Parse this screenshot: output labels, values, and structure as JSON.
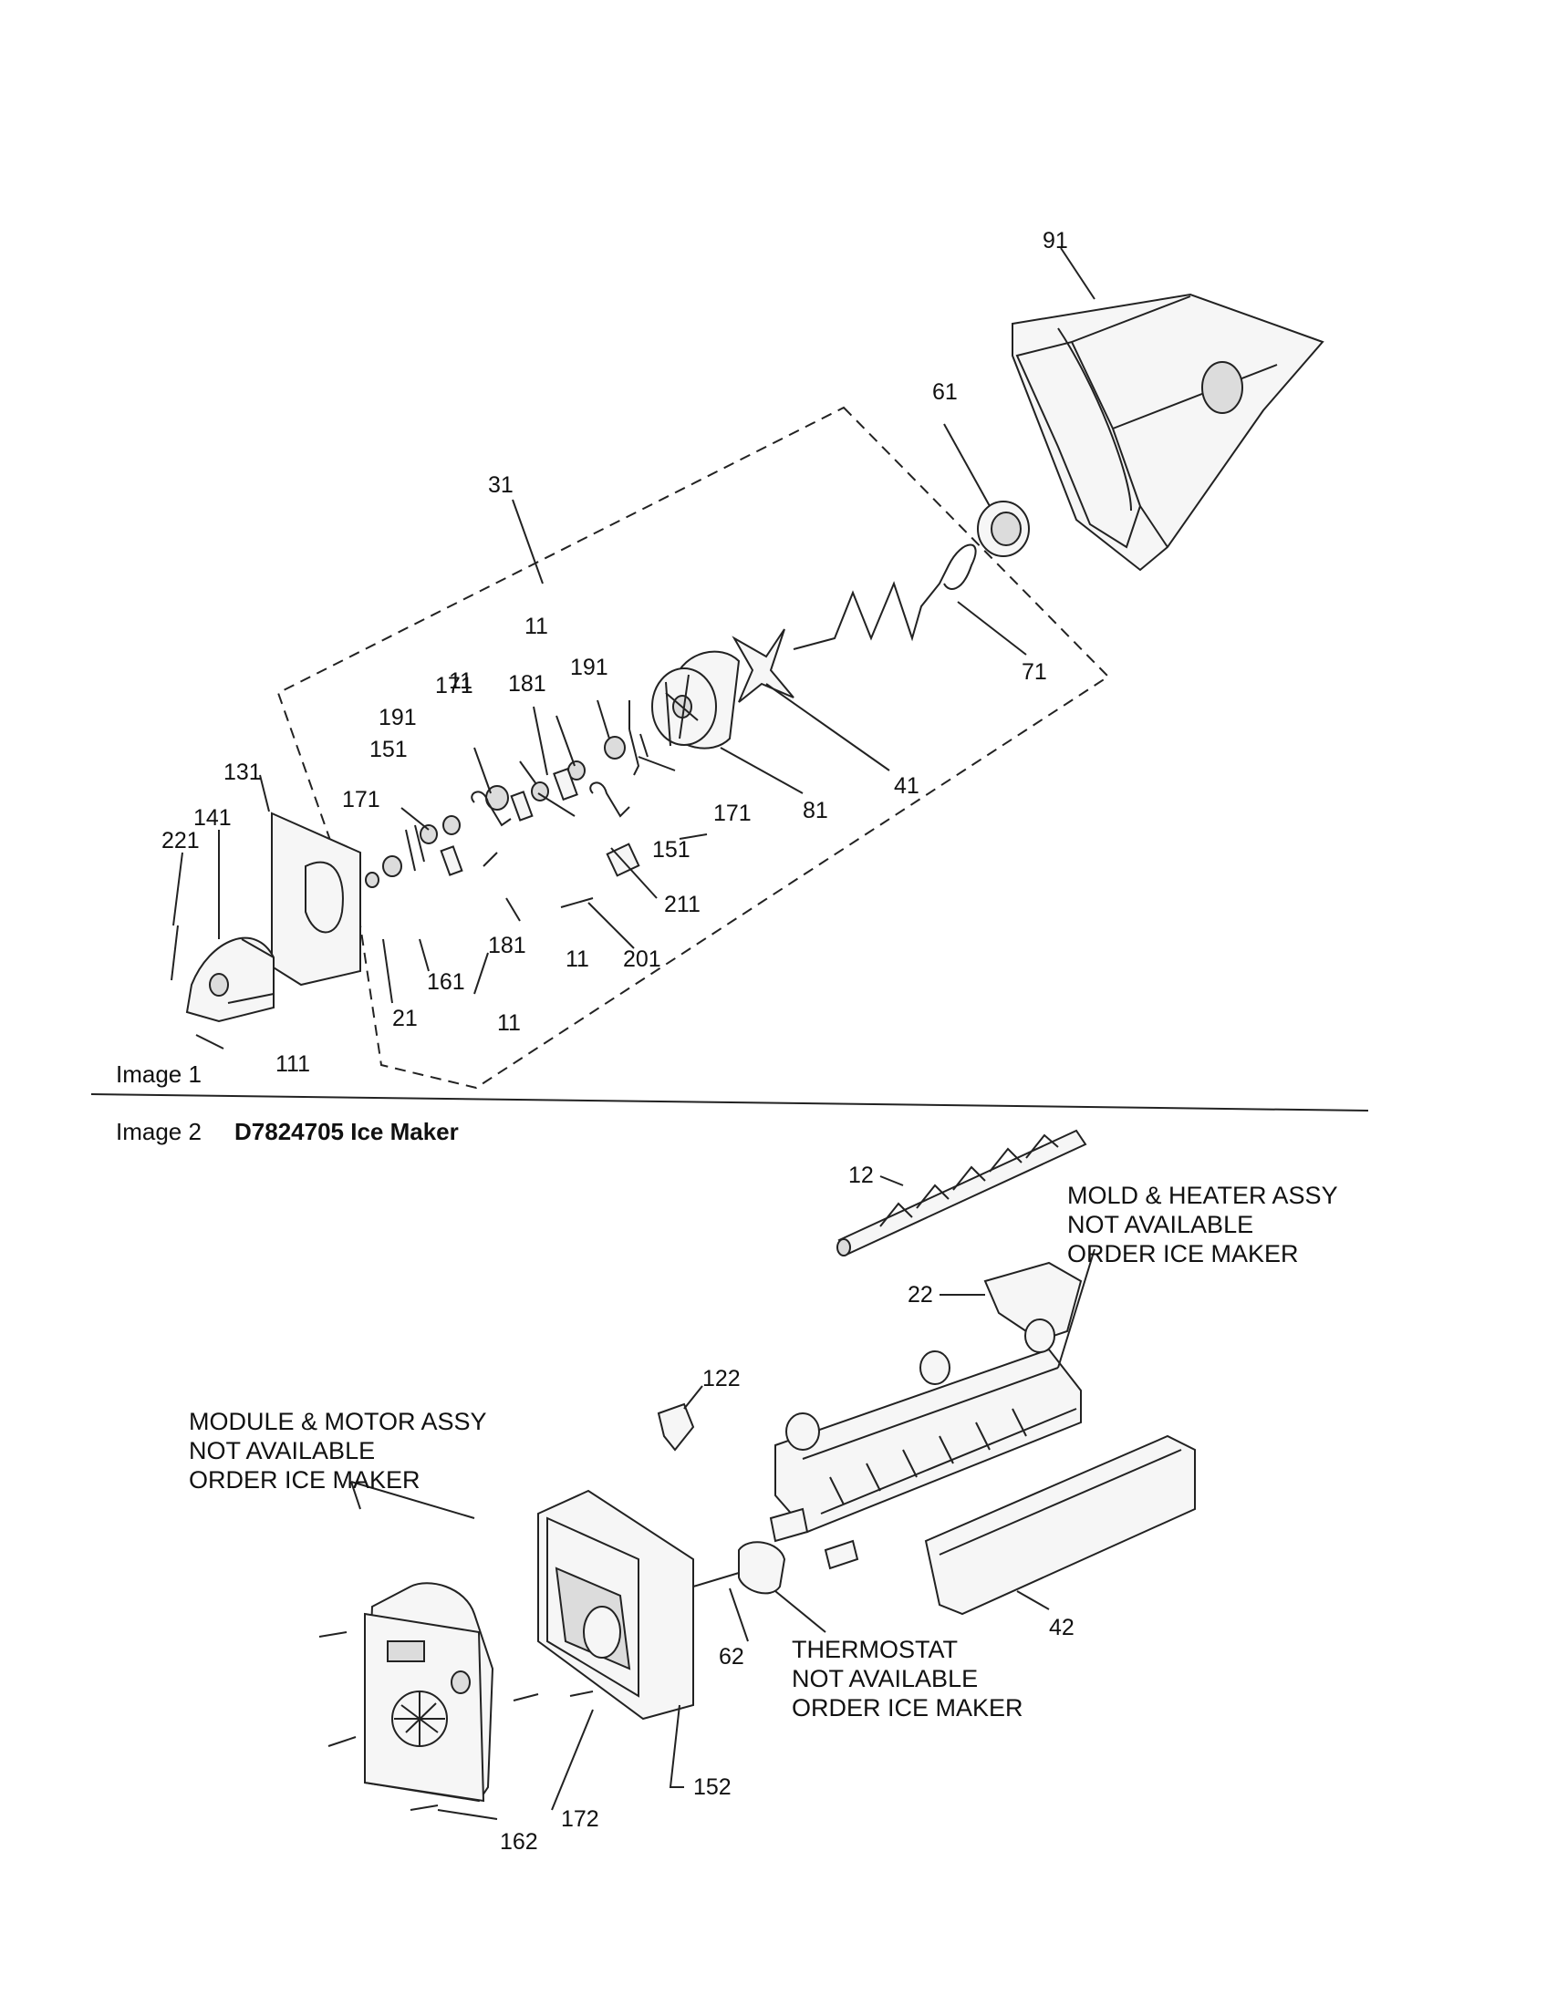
{
  "image1": {
    "caption": "Image 1",
    "callouts": {
      "c91": "91",
      "c61": "61",
      "c31": "31",
      "c71": "71",
      "c41": "41",
      "c81": "81",
      "c11a": "11",
      "c11b": "11",
      "c11c": "11",
      "c11d": "11",
      "c191a": "191",
      "c191b": "191",
      "c181a": "181",
      "c181b": "181",
      "c171a": "171",
      "c171b": "171",
      "c171c": "171",
      "c151a": "151",
      "c151b": "151",
      "c131": "131",
      "c141": "141",
      "c221": "221",
      "c111": "111",
      "c21": "21",
      "c161": "161",
      "c211": "211",
      "c201": "201"
    }
  },
  "image2": {
    "caption": "Image 2",
    "title": "D7824705 Ice Maker",
    "callouts": {
      "c12": "12",
      "c22": "22",
      "c122": "122",
      "c42": "42",
      "c62": "62",
      "c152": "152",
      "c172": "172",
      "c162": "162"
    },
    "notes": {
      "mold": [
        "MOLD & HEATER ASSY",
        "NOT AVAILABLE",
        "ORDER ICE MAKER"
      ],
      "module": [
        "MODULE & MOTOR ASSY",
        "NOT AVAILABLE",
        "ORDER ICE MAKER"
      ],
      "thermostat": [
        "THERMOSTAT",
        "NOT AVAILABLE",
        "ORDER ICE MAKER"
      ]
    }
  }
}
